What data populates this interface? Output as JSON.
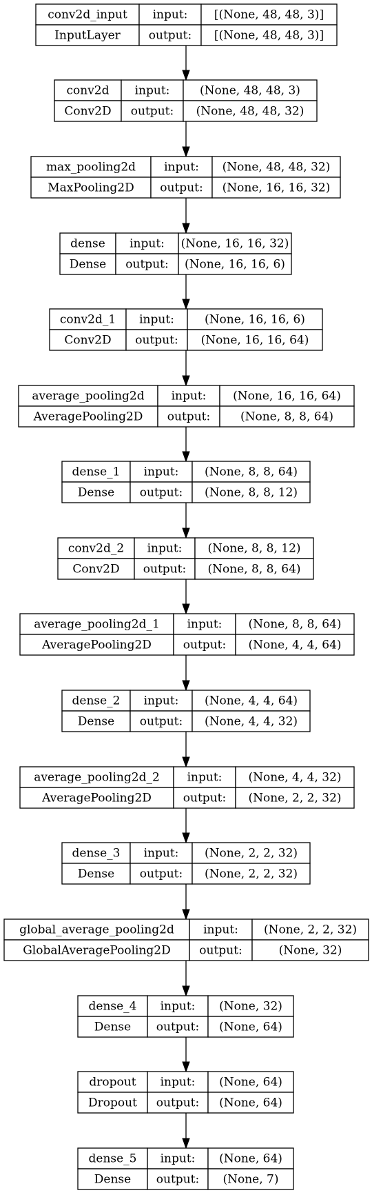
{
  "layers": [
    {
      "name": "conv2d_input",
      "type": "InputLayer",
      "input_label": "input:",
      "output_label": "output:",
      "input_shape": "[(None, 48, 48, 3)]",
      "output_shape": "[(None, 48, 48, 3)]"
    },
    {
      "name": "conv2d",
      "type": "Conv2D",
      "input_label": "input:",
      "output_label": "output:",
      "input_shape": "(None, 48, 48, 3)",
      "output_shape": "(None, 48, 48, 32)"
    },
    {
      "name": "max_pooling2d",
      "type": "MaxPooling2D",
      "input_label": "input:",
      "output_label": "output:",
      "input_shape": "(None, 48, 48, 32)",
      "output_shape": "(None, 16, 16, 32)"
    },
    {
      "name": "dense",
      "type": "Dense",
      "input_label": "input:",
      "output_label": "output:",
      "input_shape": "(None, 16, 16, 32)",
      "output_shape": "(None, 16, 16, 6)"
    },
    {
      "name": "conv2d_1",
      "type": "Conv2D",
      "input_label": "input:",
      "output_label": "output:",
      "input_shape": "(None, 16, 16, 6)",
      "output_shape": "(None, 16, 16, 64)"
    },
    {
      "name": "average_pooling2d",
      "type": "AveragePooling2D",
      "input_label": "input:",
      "output_label": "output:",
      "input_shape": "(None, 16, 16, 64)",
      "output_shape": "(None, 8, 8, 64)"
    },
    {
      "name": "dense_1",
      "type": "Dense",
      "input_label": "input:",
      "output_label": "output:",
      "input_shape": "(None, 8, 8, 64)",
      "output_shape": "(None, 8, 8, 12)"
    },
    {
      "name": "conv2d_2",
      "type": "Conv2D",
      "input_label": "input:",
      "output_label": "output:",
      "input_shape": "(None, 8, 8, 12)",
      "output_shape": "(None, 8, 8, 64)"
    },
    {
      "name": "average_pooling2d_1",
      "type": "AveragePooling2D",
      "input_label": "input:",
      "output_label": "output:",
      "input_shape": "(None, 8, 8, 64)",
      "output_shape": "(None, 4, 4, 64)"
    },
    {
      "name": "dense_2",
      "type": "Dense",
      "input_label": "input:",
      "output_label": "output:",
      "input_shape": "(None, 4, 4, 64)",
      "output_shape": "(None, 4, 4, 32)"
    },
    {
      "name": "average_pooling2d_2",
      "type": "AveragePooling2D",
      "input_label": "input:",
      "output_label": "output:",
      "input_shape": "(None, 4, 4, 32)",
      "output_shape": "(None, 2, 2, 32)"
    },
    {
      "name": "dense_3",
      "type": "Dense",
      "input_label": "input:",
      "output_label": "output:",
      "input_shape": "(None, 2, 2, 32)",
      "output_shape": "(None, 2, 2, 32)"
    },
    {
      "name": "global_average_pooling2d",
      "type": "GlobalAveragePooling2D",
      "input_label": "input:",
      "output_label": "output:",
      "input_shape": "(None, 2, 2, 32)",
      "output_shape": "(None, 32)"
    },
    {
      "name": "dense_4",
      "type": "Dense",
      "input_label": "input:",
      "output_label": "output:",
      "input_shape": "(None, 32)",
      "output_shape": "(None, 64)"
    },
    {
      "name": "dropout",
      "type": "Dropout",
      "input_label": "input:",
      "output_label": "output:",
      "input_shape": "(None, 64)",
      "output_shape": "(None, 64)"
    },
    {
      "name": "dense_5",
      "type": "Dense",
      "input_label": "input:",
      "output_label": "output:",
      "input_shape": "(None, 64)",
      "output_shape": "(None, 7)"
    }
  ]
}
